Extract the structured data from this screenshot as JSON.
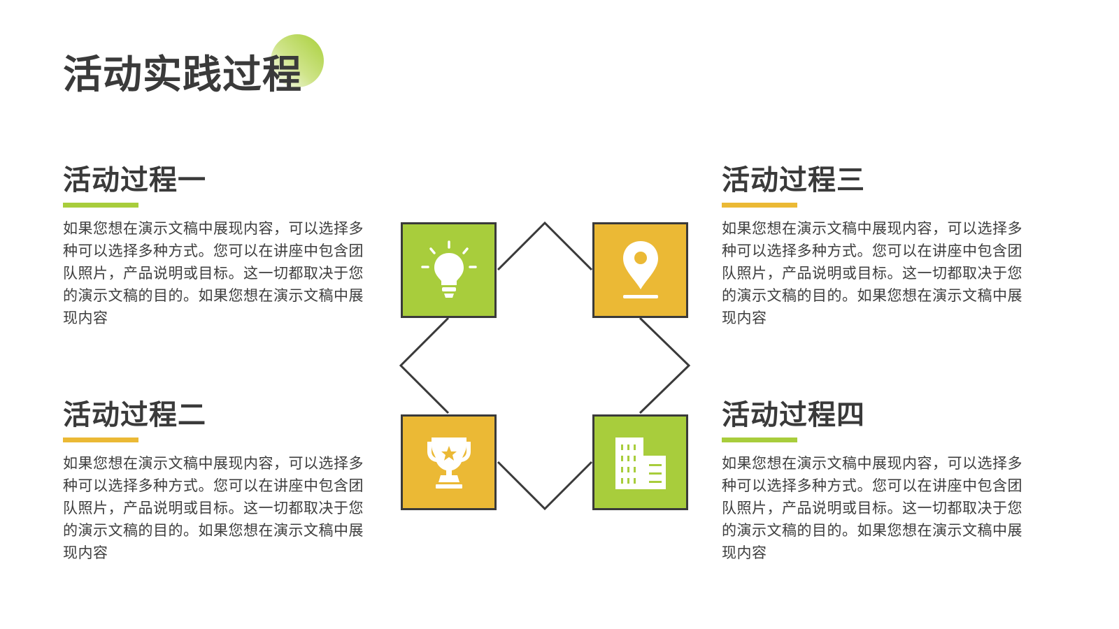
{
  "title": "活动实践过程",
  "colors": {
    "green": "#a8cd3c",
    "yellow": "#ebb935",
    "dark": "#3a3a3a"
  },
  "blocks": [
    {
      "heading": "活动过程一",
      "accent": "#a8cd3c",
      "body": "如果您想在演示文稿中展现内容，可以选择多种可以选择多种方式。您可以在讲座中包含团队照片，产品说明或目标。这一切都取决于您的演示文稿的目的。如果您想在演示文稿中展现内容"
    },
    {
      "heading": "活动过程二",
      "accent": "#ebb935",
      "body": "如果您想在演示文稿中展现内容，可以选择多种可以选择多种方式。您可以在讲座中包含团队照片，产品说明或目标。这一切都取决于您的演示文稿的目的。如果您想在演示文稿中展现内容"
    },
    {
      "heading": "活动过程三",
      "accent": "#ebb935",
      "body": "如果您想在演示文稿中展现内容，可以选择多种可以选择多种方式。您可以在讲座中包含团队照片，产品说明或目标。这一切都取决于您的演示文稿的目的。如果您想在演示文稿中展现内容"
    },
    {
      "heading": "活动过程四",
      "accent": "#a8cd3c",
      "body": "如果您想在演示文稿中展现内容，可以选择多种可以选择多种方式。您可以在讲座中包含团队照片，产品说明或目标。这一切都取决于您的演示文稿的目的。如果您想在演示文稿中展现内容"
    }
  ],
  "tiles": [
    {
      "icon": "lightbulb-icon",
      "color": "#a8cd3c"
    },
    {
      "icon": "location-pin-icon",
      "color": "#ebb935"
    },
    {
      "icon": "trophy-icon",
      "color": "#ebb935"
    },
    {
      "icon": "building-icon",
      "color": "#a8cd3c"
    }
  ]
}
